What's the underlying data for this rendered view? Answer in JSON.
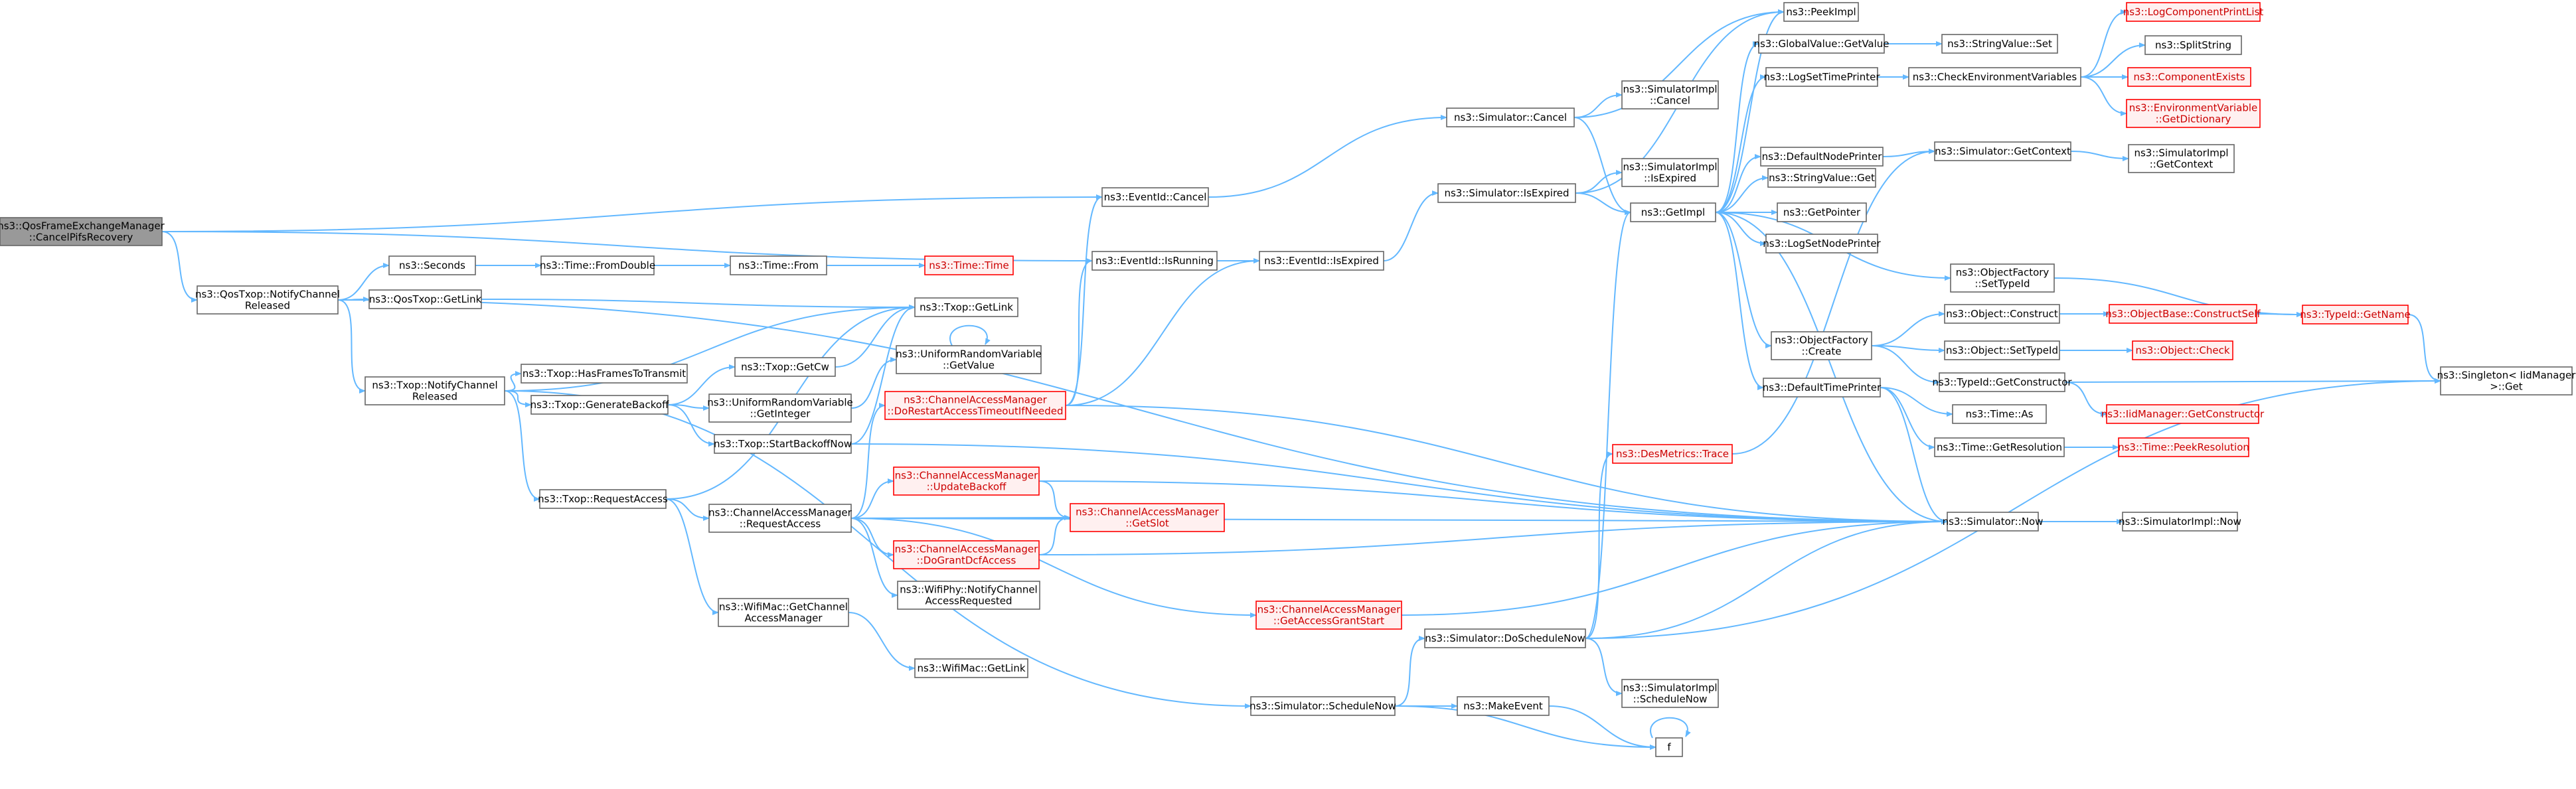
{
  "diagram": {
    "type": "doxygen-call-graph",
    "nodes": [
      {
        "id": "root",
        "lines": [
          "ns3::QosFrameExchangeManager",
          "::CancelPifsRecovery"
        ],
        "style": "root"
      },
      {
        "id": "qosNotify",
        "lines": [
          "ns3::QosTxop::NotifyChannel",
          "Released"
        ],
        "style": "normal"
      },
      {
        "id": "qosGetLink",
        "lines": [
          "ns3::QosTxop::GetLink"
        ],
        "style": "normal"
      },
      {
        "id": "seconds",
        "lines": [
          "ns3::Seconds"
        ],
        "style": "normal"
      },
      {
        "id": "fromDouble",
        "lines": [
          "ns3::Time::FromDouble"
        ],
        "style": "normal"
      },
      {
        "id": "timeFrom",
        "lines": [
          "ns3::Time::From"
        ],
        "style": "normal"
      },
      {
        "id": "timeTime",
        "lines": [
          "ns3::Time::Time"
        ],
        "style": "red"
      },
      {
        "id": "txopNotify",
        "lines": [
          "ns3::Txop::NotifyChannel",
          "Released"
        ],
        "style": "normal"
      },
      {
        "id": "hasFrames",
        "lines": [
          "ns3::Txop::HasFramesToTransmit"
        ],
        "style": "normal"
      },
      {
        "id": "genBackoff",
        "lines": [
          "ns3::Txop::GenerateBackoff"
        ],
        "style": "normal"
      },
      {
        "id": "getCw",
        "lines": [
          "ns3::Txop::GetCw"
        ],
        "style": "normal"
      },
      {
        "id": "txopGetLink",
        "lines": [
          "ns3::Txop::GetLink"
        ],
        "style": "normal"
      },
      {
        "id": "urvGetInt",
        "lines": [
          "ns3::UniformRandomVariable",
          "::GetInteger"
        ],
        "style": "normal"
      },
      {
        "id": "urvGetValue",
        "lines": [
          "ns3::UniformRandomVariable",
          "::GetValue"
        ],
        "style": "normal"
      },
      {
        "id": "startBackoff",
        "lines": [
          "ns3::Txop::StartBackoffNow"
        ],
        "style": "normal"
      },
      {
        "id": "reqAccess",
        "lines": [
          "ns3::Txop::RequestAccess"
        ],
        "style": "normal"
      },
      {
        "id": "camReqAccess",
        "lines": [
          "ns3::ChannelAccessManager",
          "::RequestAccess"
        ],
        "style": "normal"
      },
      {
        "id": "camDoRestart",
        "lines": [
          "ns3::ChannelAccessManager",
          "::DoRestartAccessTimeoutIfNeeded"
        ],
        "style": "red"
      },
      {
        "id": "camUpdBackoff",
        "lines": [
          "ns3::ChannelAccessManager",
          "::UpdateBackoff"
        ],
        "style": "red"
      },
      {
        "id": "camGetSlot",
        "lines": [
          "ns3::ChannelAccessManager",
          "::GetSlot"
        ],
        "style": "red"
      },
      {
        "id": "camDoGrant",
        "lines": [
          "ns3::ChannelAccessManager",
          "::DoGrantDcfAccess"
        ],
        "style": "red"
      },
      {
        "id": "phyNotify",
        "lines": [
          "ns3::WifiPhy::NotifyChannel",
          "AccessRequested"
        ],
        "style": "normal"
      },
      {
        "id": "camGetGrant",
        "lines": [
          "ns3::ChannelAccessManager",
          "::GetAccessGrantStart"
        ],
        "style": "red"
      },
      {
        "id": "wmGetCam",
        "lines": [
          "ns3::WifiMac::GetChannel",
          "AccessManager"
        ],
        "style": "normal"
      },
      {
        "id": "wmGetLink",
        "lines": [
          "ns3::WifiMac::GetLink"
        ],
        "style": "normal"
      },
      {
        "id": "evCancel",
        "lines": [
          "ns3::EventId::Cancel"
        ],
        "style": "normal"
      },
      {
        "id": "evIsRunning",
        "lines": [
          "ns3::EventId::IsRunning"
        ],
        "style": "normal"
      },
      {
        "id": "evIsExpired",
        "lines": [
          "ns3::EventId::IsExpired"
        ],
        "style": "normal"
      },
      {
        "id": "simCancel",
        "lines": [
          "ns3::Simulator::Cancel"
        ],
        "style": "normal"
      },
      {
        "id": "simIsExpired",
        "lines": [
          "ns3::Simulator::IsExpired"
        ],
        "style": "normal"
      },
      {
        "id": "simImplCancel",
        "lines": [
          "ns3::SimulatorImpl",
          "::Cancel"
        ],
        "style": "normal"
      },
      {
        "id": "simImplIsExpired",
        "lines": [
          "ns3::SimulatorImpl",
          "::IsExpired"
        ],
        "style": "normal"
      },
      {
        "id": "getImpl",
        "lines": [
          "ns3::GetImpl"
        ],
        "style": "normal"
      },
      {
        "id": "peekImpl",
        "lines": [
          "ns3::PeekImpl"
        ],
        "style": "normal"
      },
      {
        "id": "gvGetValue",
        "lines": [
          "ns3::GlobalValue::GetValue"
        ],
        "style": "normal"
      },
      {
        "id": "svSet",
        "lines": [
          "ns3::StringValue::Set"
        ],
        "style": "normal"
      },
      {
        "id": "logSetTime",
        "lines": [
          "ns3::LogSetTimePrinter"
        ],
        "style": "normal"
      },
      {
        "id": "checkEnv",
        "lines": [
          "ns3::CheckEnvironmentVariables"
        ],
        "style": "normal"
      },
      {
        "id": "logCompList",
        "lines": [
          "ns3::LogComponentPrintList"
        ],
        "style": "red"
      },
      {
        "id": "splitString",
        "lines": [
          "ns3::SplitString"
        ],
        "style": "normal"
      },
      {
        "id": "compExists",
        "lines": [
          "ns3::ComponentExists"
        ],
        "style": "red"
      },
      {
        "id": "envGetDict",
        "lines": [
          "ns3::EnvironmentVariable",
          "::GetDictionary"
        ],
        "style": "red"
      },
      {
        "id": "defNodePrinter",
        "lines": [
          "ns3::DefaultNodePrinter"
        ],
        "style": "normal"
      },
      {
        "id": "simGetContext",
        "lines": [
          "ns3::Simulator::GetContext"
        ],
        "style": "normal"
      },
      {
        "id": "simImplGetContext",
        "lines": [
          "ns3::SimulatorImpl",
          "::GetContext"
        ],
        "style": "normal"
      },
      {
        "id": "svGet",
        "lines": [
          "ns3::StringValue::Get"
        ],
        "style": "normal"
      },
      {
        "id": "getPointer",
        "lines": [
          "ns3::GetPointer"
        ],
        "style": "normal"
      },
      {
        "id": "logSetNode",
        "lines": [
          "ns3::LogSetNodePrinter"
        ],
        "style": "normal"
      },
      {
        "id": "ofSetTypeId",
        "lines": [
          "ns3::ObjectFactory",
          "::SetTypeId"
        ],
        "style": "normal"
      },
      {
        "id": "typeIdGetName",
        "lines": [
          "ns3::TypeId::GetName"
        ],
        "style": "red"
      },
      {
        "id": "ofCreate",
        "lines": [
          "ns3::ObjectFactory",
          "::Create"
        ],
        "style": "normal"
      },
      {
        "id": "objConstruct",
        "lines": [
          "ns3::Object::Construct"
        ],
        "style": "normal"
      },
      {
        "id": "objBaseConstruct",
        "lines": [
          "ns3::ObjectBase::ConstructSelf"
        ],
        "style": "red"
      },
      {
        "id": "objSetTypeId",
        "lines": [
          "ns3::Object::SetTypeId"
        ],
        "style": "normal"
      },
      {
        "id": "objCheck",
        "lines": [
          "ns3::Object::Check"
        ],
        "style": "red"
      },
      {
        "id": "typeIdGetCtor",
        "lines": [
          "ns3::TypeId::GetConstructor"
        ],
        "style": "normal"
      },
      {
        "id": "singletonGet",
        "lines": [
          "ns3::Singleton< IidManager",
          ">::Get"
        ],
        "style": "normal"
      },
      {
        "id": "iidGetCtor",
        "lines": [
          "ns3::IidManager::GetConstructor"
        ],
        "style": "red"
      },
      {
        "id": "defTimePrinter",
        "lines": [
          "ns3::DefaultTimePrinter"
        ],
        "style": "normal"
      },
      {
        "id": "timeAs",
        "lines": [
          "ns3::Time::As"
        ],
        "style": "normal"
      },
      {
        "id": "timeGetRes",
        "lines": [
          "ns3::Time::GetResolution"
        ],
        "style": "normal"
      },
      {
        "id": "timePeekRes",
        "lines": [
          "ns3::Time::PeekResolution"
        ],
        "style": "red"
      },
      {
        "id": "desTrace",
        "lines": [
          "ns3::DesMetrics::Trace"
        ],
        "style": "red"
      },
      {
        "id": "simNow",
        "lines": [
          "ns3::Simulator::Now"
        ],
        "style": "normal"
      },
      {
        "id": "simImplNow",
        "lines": [
          "ns3::SimulatorImpl::Now"
        ],
        "style": "normal"
      },
      {
        "id": "simDoSchedNow",
        "lines": [
          "ns3::Simulator::DoScheduleNow"
        ],
        "style": "normal"
      },
      {
        "id": "simImplSchedNow",
        "lines": [
          "ns3::SimulatorImpl",
          "::ScheduleNow"
        ],
        "style": "normal"
      },
      {
        "id": "simSchedNow",
        "lines": [
          "ns3::Simulator::ScheduleNow"
        ],
        "style": "normal"
      },
      {
        "id": "makeEvent",
        "lines": [
          "ns3::MakeEvent"
        ],
        "style": "normal"
      },
      {
        "id": "f",
        "lines": [
          "f"
        ],
        "style": "normal"
      }
    ],
    "edges": [
      [
        "root",
        "qosNotify"
      ],
      [
        "root",
        "evCancel"
      ],
      [
        "root",
        "evIsRunning"
      ],
      [
        "qosNotify",
        "seconds"
      ],
      [
        "qosNotify",
        "qosGetLink"
      ],
      [
        "qosNotify",
        "txopNotify"
      ],
      [
        "qosNotify",
        "simNow"
      ],
      [
        "seconds",
        "fromDouble"
      ],
      [
        "fromDouble",
        "timeFrom"
      ],
      [
        "timeFrom",
        "timeTime"
      ],
      [
        "qosGetLink",
        "txopGetLink"
      ],
      [
        "txopNotify",
        "txopGetLink"
      ],
      [
        "txopNotify",
        "hasFrames"
      ],
      [
        "txopNotify",
        "genBackoff"
      ],
      [
        "txopNotify",
        "reqAccess"
      ],
      [
        "txopNotify",
        "simSchedNow"
      ],
      [
        "genBackoff",
        "getCw"
      ],
      [
        "genBackoff",
        "urvGetInt"
      ],
      [
        "genBackoff",
        "startBackoff"
      ],
      [
        "getCw",
        "txopGetLink"
      ],
      [
        "urvGetInt",
        "urvGetValue"
      ],
      [
        "urvGetValue",
        "urvGetValue"
      ],
      [
        "startBackoff",
        "txopGetLink"
      ],
      [
        "startBackoff",
        "simNow"
      ],
      [
        "reqAccess",
        "txopGetLink"
      ],
      [
        "reqAccess",
        "camReqAccess"
      ],
      [
        "reqAccess",
        "wmGetCam"
      ],
      [
        "camReqAccess",
        "camDoRestart"
      ],
      [
        "camReqAccess",
        "camUpdBackoff"
      ],
      [
        "camReqAccess",
        "camGetSlot"
      ],
      [
        "camReqAccess",
        "camDoGrant"
      ],
      [
        "camReqAccess",
        "phyNotify"
      ],
      [
        "camReqAccess",
        "camGetGrant"
      ],
      [
        "camReqAccess",
        "simNow"
      ],
      [
        "camDoRestart",
        "evCancel"
      ],
      [
        "camDoRestart",
        "evIsRunning"
      ],
      [
        "camDoRestart",
        "evIsExpired"
      ],
      [
        "camDoRestart",
        "simNow"
      ],
      [
        "camUpdBackoff",
        "camGetSlot"
      ],
      [
        "camUpdBackoff",
        "simNow"
      ],
      [
        "camDoGrant",
        "camGetSlot"
      ],
      [
        "camDoGrant",
        "simNow"
      ],
      [
        "camGetGrant",
        "simNow"
      ],
      [
        "wmGetCam",
        "wmGetLink"
      ],
      [
        "evCancel",
        "simCancel"
      ],
      [
        "evIsRunning",
        "evIsExpired"
      ],
      [
        "evIsExpired",
        "simIsExpired"
      ],
      [
        "simCancel",
        "peekImpl"
      ],
      [
        "simCancel",
        "simImplCancel"
      ],
      [
        "simCancel",
        "getImpl"
      ],
      [
        "simIsExpired",
        "peekImpl"
      ],
      [
        "simIsExpired",
        "simImplIsExpired"
      ],
      [
        "simIsExpired",
        "getImpl"
      ],
      [
        "getImpl",
        "peekImpl"
      ],
      [
        "getImpl",
        "gvGetValue"
      ],
      [
        "getImpl",
        "logSetTime"
      ],
      [
        "getImpl",
        "defNodePrinter"
      ],
      [
        "getImpl",
        "svGet"
      ],
      [
        "getImpl",
        "getPointer"
      ],
      [
        "getImpl",
        "logSetNode"
      ],
      [
        "getImpl",
        "ofSetTypeId"
      ],
      [
        "getImpl",
        "ofCreate"
      ],
      [
        "getImpl",
        "defTimePrinter"
      ],
      [
        "getImpl",
        "simNow"
      ],
      [
        "gvGetValue",
        "svSet"
      ],
      [
        "logSetTime",
        "checkEnv"
      ],
      [
        "checkEnv",
        "logCompList"
      ],
      [
        "checkEnv",
        "splitString"
      ],
      [
        "checkEnv",
        "compExists"
      ],
      [
        "checkEnv",
        "envGetDict"
      ],
      [
        "defNodePrinter",
        "simGetContext"
      ],
      [
        "simGetContext",
        "simImplGetContext"
      ],
      [
        "ofSetTypeId",
        "typeIdGetName"
      ],
      [
        "typeIdGetName",
        "singletonGet"
      ],
      [
        "ofCreate",
        "objConstruct"
      ],
      [
        "ofCreate",
        "objSetTypeId"
      ],
      [
        "ofCreate",
        "typeIdGetCtor"
      ],
      [
        "objConstruct",
        "objBaseConstruct"
      ],
      [
        "objBaseConstruct",
        "typeIdGetName"
      ],
      [
        "objSetTypeId",
        "objCheck"
      ],
      [
        "typeIdGetCtor",
        "singletonGet"
      ],
      [
        "typeIdGetCtor",
        "iidGetCtor"
      ],
      [
        "defTimePrinter",
        "simNow"
      ],
      [
        "defTimePrinter",
        "timeAs"
      ],
      [
        "defTimePrinter",
        "timeGetRes"
      ],
      [
        "timeGetRes",
        "timePeekRes"
      ],
      [
        "desTrace",
        "simGetContext"
      ],
      [
        "simNow",
        "simImplNow"
      ],
      [
        "simDoSchedNow",
        "getImpl"
      ],
      [
        "simDoSchedNow",
        "desTrace"
      ],
      [
        "simDoSchedNow",
        "simNow"
      ],
      [
        "simDoSchedNow",
        "simImplSchedNow"
      ],
      [
        "simDoSchedNow",
        "singletonGet"
      ],
      [
        "simSchedNow",
        "simDoSchedNow"
      ],
      [
        "simSchedNow",
        "makeEvent"
      ],
      [
        "simSchedNow",
        "f"
      ],
      [
        "makeEvent",
        "f"
      ],
      [
        "f",
        "f"
      ]
    ]
  }
}
